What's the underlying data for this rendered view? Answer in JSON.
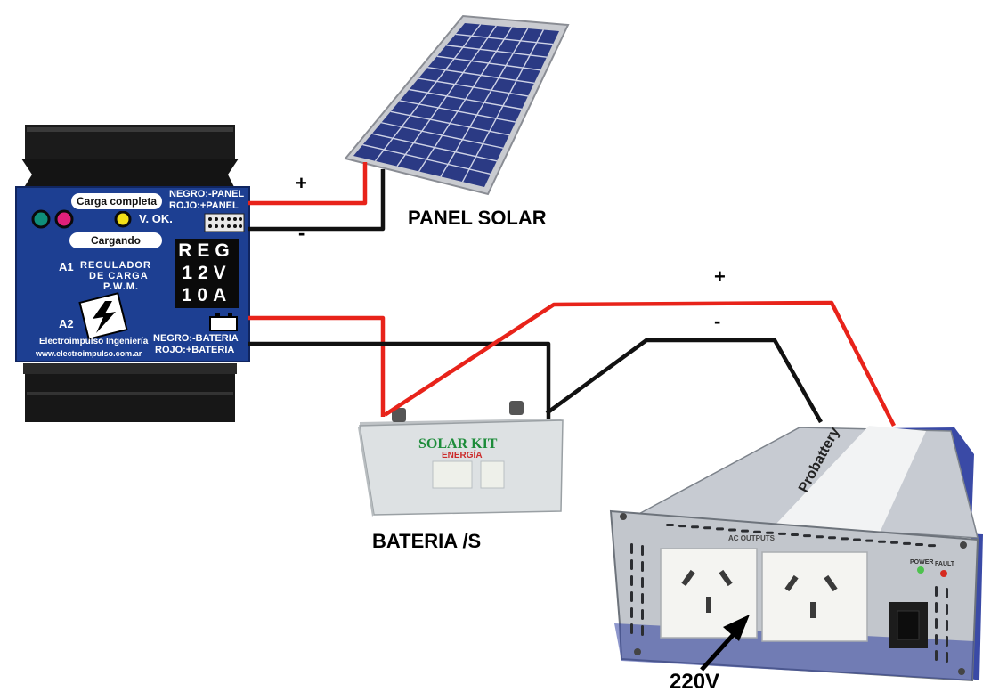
{
  "labels": {
    "panel_solar": "PANEL SOLAR",
    "baterias": "BATERIA /S",
    "voltage_220": "220V",
    "panel_plus": "+",
    "panel_minus": "-",
    "inverter_plus": "+",
    "inverter_minus": "-"
  },
  "regulator": {
    "carga_completa": "Carga completa",
    "cargando": "Cargando",
    "v_ok": "V. OK.",
    "negro_panel": "NEGRO:-PANEL",
    "rojo_panel": "ROJO:+PANEL",
    "negro_bateria": "NEGRO:-BATERIA",
    "rojo_bateria": "ROJO:+BATERIA",
    "a1": "A1",
    "a2": "A2",
    "title_line1": "REGULADOR",
    "title_line2": "DE CARGA",
    "title_line3": "P.W.M.",
    "display_line1": "REG",
    "display_line2": "12V",
    "display_line3": "10A",
    "company": "Electroimpulso Ingeniería",
    "website": "www.electroimpulso.com.ar"
  },
  "battery": {
    "brand": "SOLAR KIT",
    "sub": "ENERGÍA"
  },
  "inverter": {
    "ac_outputs": "AC OUTPUTS",
    "brand": "Probattery",
    "power": "POWER",
    "fault": "FAULT"
  },
  "colors": {
    "positive_wire": "#e8231a",
    "negative_wire": "#111111",
    "regulator_blue": "#1d3f92",
    "panel_cell": "#2d3d86"
  }
}
